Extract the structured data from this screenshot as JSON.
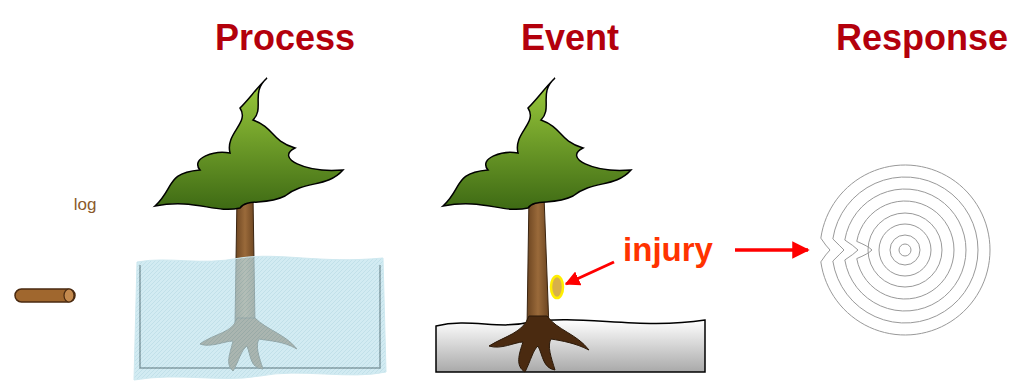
{
  "diagram": {
    "labels": [
      "Process",
      "Event",
      "Response",
      "log",
      "injury"
    ]
  }
}
